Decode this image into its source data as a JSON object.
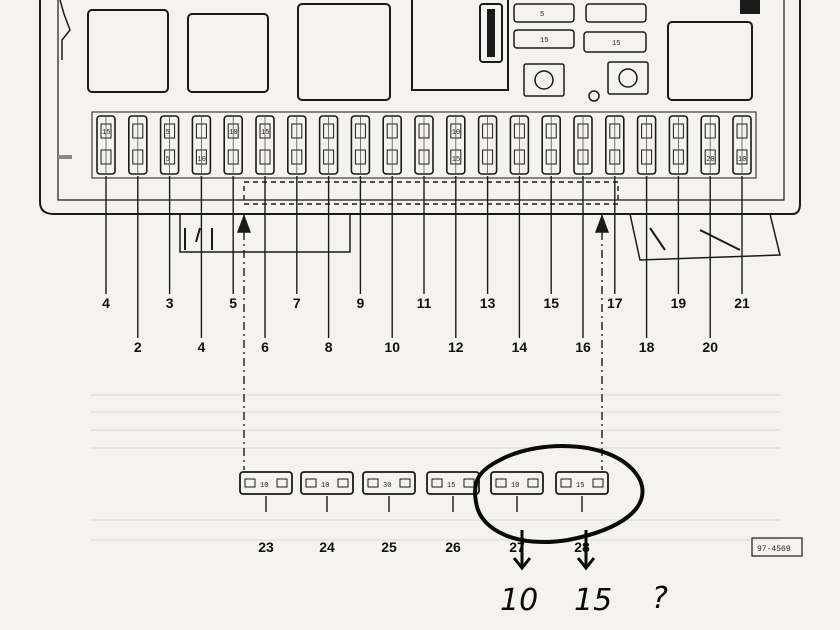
{
  "diagram": {
    "main_fuse_labels": [
      "4",
      "2",
      "3",
      "4",
      "5",
      "6",
      "7",
      "8",
      "9",
      "10",
      "11",
      "12",
      "13",
      "14",
      "15",
      "16",
      "17",
      "18",
      "19",
      "20",
      "21"
    ],
    "upper_fuse_values": [
      "15",
      "",
      "5",
      "",
      "10",
      "15",
      "",
      "",
      "",
      "",
      "",
      "10",
      "",
      "",
      "",
      "",
      "",
      "",
      "",
      "",
      ""
    ],
    "lower_fuse_values": [
      "",
      "",
      "5",
      "10",
      "",
      "",
      "",
      "",
      "",
      "",
      "",
      "15",
      "",
      "",
      "",
      "",
      "",
      "",
      "",
      "20",
      "10"
    ],
    "relay_fuse_values": [
      "5",
      "",
      "15",
      "15"
    ],
    "spare_fuses": [
      {
        "label": "23",
        "value": "10"
      },
      {
        "label": "24",
        "value": "10"
      },
      {
        "label": "25",
        "value": "30"
      },
      {
        "label": "26",
        "value": "15"
      },
      {
        "label": "27",
        "value": "10"
      },
      {
        "label": "28",
        "value": "15"
      }
    ],
    "handwritten": {
      "value_27": "10",
      "value_28": "15",
      "question": "?"
    },
    "reference_code": "97-4569",
    "colors": {
      "ink": "#1a1a1a",
      "paper": "#f4f3ef",
      "marker": "#0a0a0a"
    }
  }
}
